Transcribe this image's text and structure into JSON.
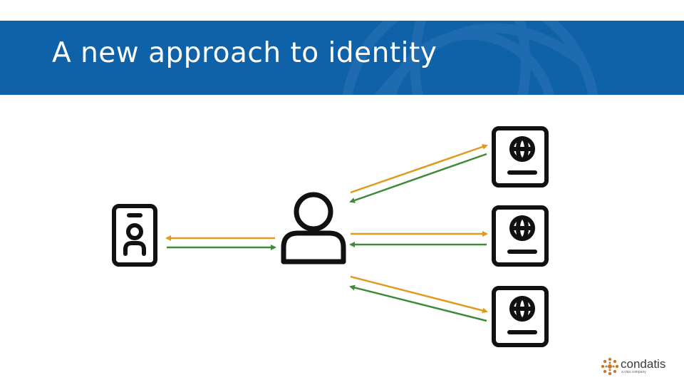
{
  "slide": {
    "title": "A new approach to identity"
  },
  "colors": {
    "header_background": "#0f62a8",
    "arrow_request": "#e09a1e",
    "arrow_response": "#3f8a3a",
    "icon_stroke": "#111111",
    "logo_accent": "#c47a2c"
  },
  "diagram": {
    "left_icon": "id-badge-icon",
    "center_icon": "person-icon",
    "right_icons": [
      "passport-icon",
      "passport-icon",
      "passport-icon"
    ]
  },
  "logo": {
    "wordmark": "condatis",
    "tagline": "a visa company",
    "icon": "condatis-logo-mark"
  }
}
